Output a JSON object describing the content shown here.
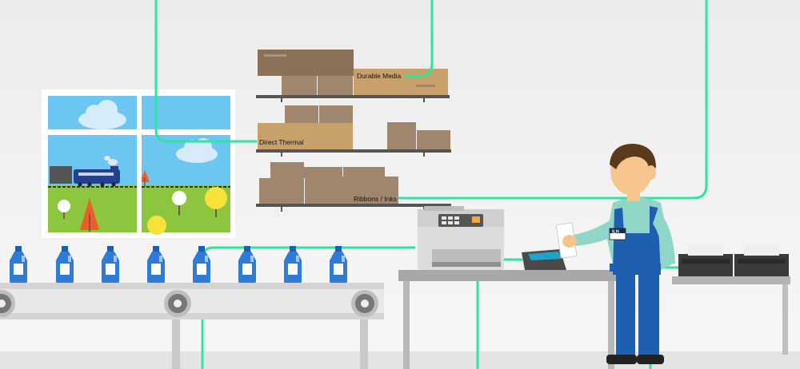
{
  "labels": {
    "durable_media": "Durable Media",
    "direct_thermal": "Direct Thermal",
    "ribbons_inks": "Ribbons / Inks"
  },
  "badge": "ILN",
  "colors": {
    "background": "#efefef",
    "connector": "#2ee59d",
    "sky": "#6cc6f2",
    "grass": "#8cc63f",
    "box": "#c8a06b",
    "box_dark": "#8a7158",
    "bottle": "#2f7bd8",
    "overalls": "#1f5fb0",
    "shirt": "#8fd6c9",
    "skin": "#f6c58e",
    "hair": "#5a3a1a",
    "table": "#a8a8a8"
  }
}
